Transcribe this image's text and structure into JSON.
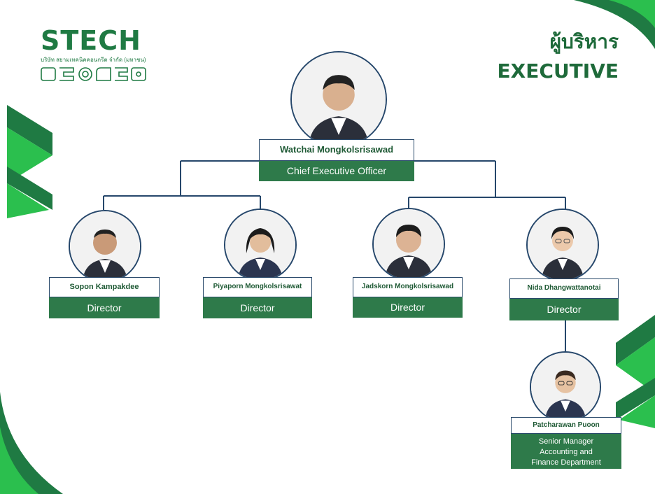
{
  "logo": {
    "wordmark": "STECH",
    "company_thai": "บริษัท สยามเทคนิคคอนกรีต จำกัด (มหาชน)"
  },
  "heading": {
    "thai": "ผู้บริหาร",
    "english": "EXECUTIVE"
  },
  "colors": {
    "brand_green": "#1f7a43",
    "title_bar_green": "#2e7a4a",
    "accent_green": "#2bbf4e",
    "connector_navy": "#26476b"
  },
  "ceo": {
    "name": "Watchai Mongkolsrisawad",
    "title": "Chief Executive Officer"
  },
  "directors": [
    {
      "name": "Sopon Kampakdee",
      "title": "Director"
    },
    {
      "name": "Piyaporn Mongkolsrisawat",
      "title": "Director"
    },
    {
      "name": "Jadskorn Mongkolsrisawad",
      "title": "Director"
    },
    {
      "name": "Nida Dhangwattanotai",
      "title": "Director"
    }
  ],
  "manager": {
    "name": "Patcharawan Puoon",
    "title_lines": [
      "Senior Manager",
      "Accounting and",
      "Finance Department"
    ]
  }
}
